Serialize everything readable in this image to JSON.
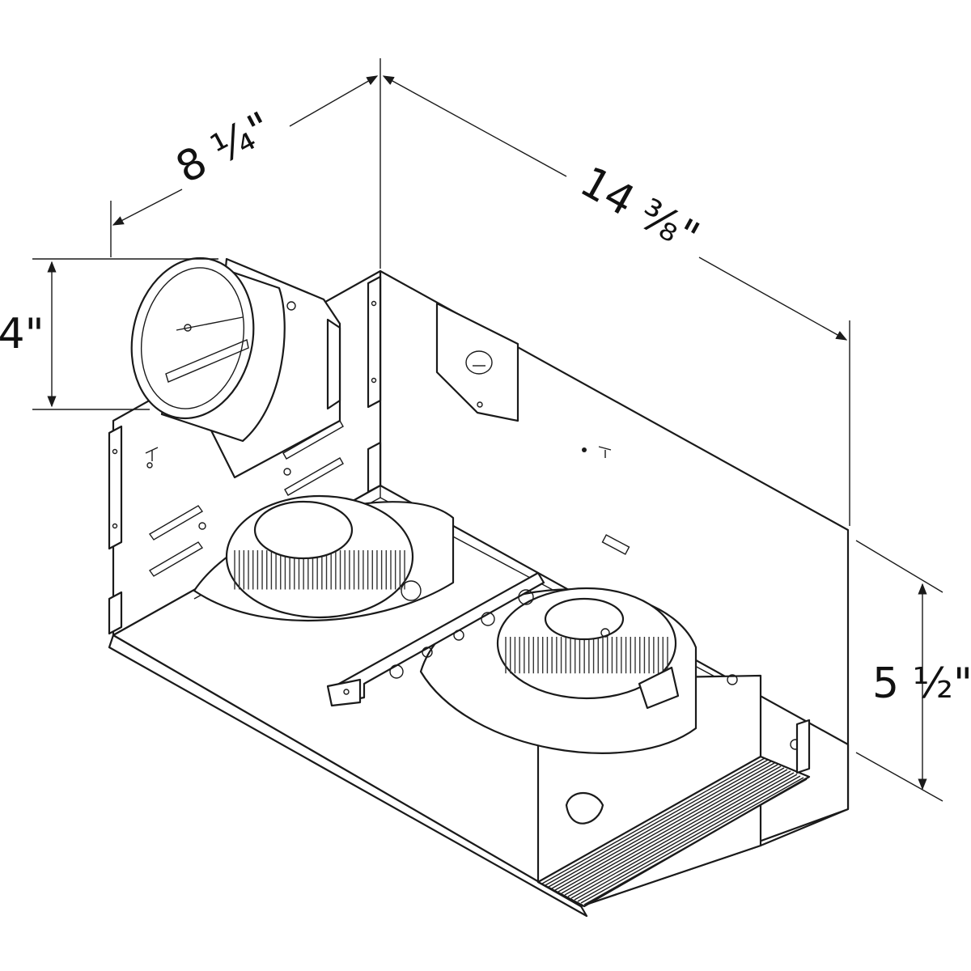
{
  "dimensions": {
    "width": "8 ¼\"",
    "length": "14 ⅜\"",
    "duct": "4\"",
    "height": "5 ½\""
  }
}
